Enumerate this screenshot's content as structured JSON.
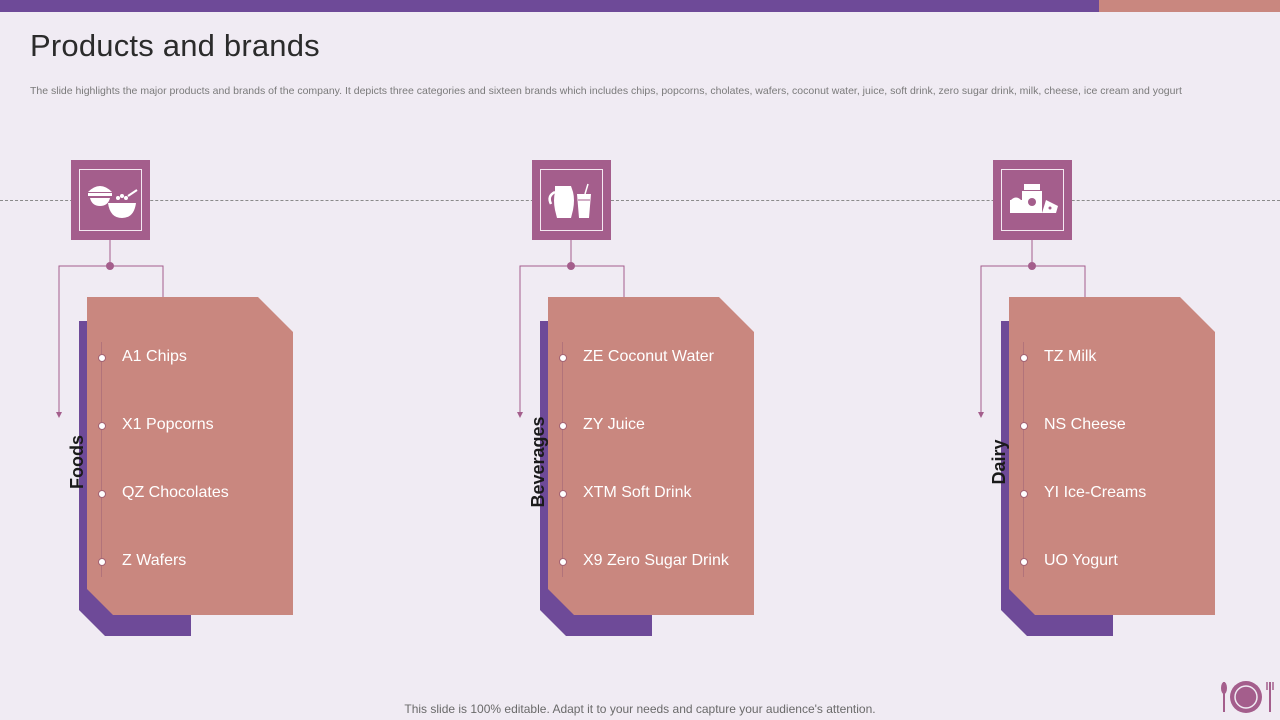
{
  "header": {
    "title": "Products and brands",
    "subtitle": "The slide highlights the major products and brands of the company. It depicts three categories and sixteen brands which includes chips, popcorns, cholates, wafers, coconut water, juice, soft drink, zero sugar drink, milk, cheese, ice cream and yogurt"
  },
  "categories": [
    {
      "label": "Foods",
      "icon": "food-bowl-icon",
      "items": [
        "A1 Chips",
        "X1 Popcorns",
        "QZ Chocolates",
        "Z Wafers"
      ]
    },
    {
      "label": "Beverages",
      "icon": "beverage-jug-icon",
      "items": [
        "ZE Coconut Water",
        "ZY Juice",
        "XTM Soft Drink",
        "X9 Zero Sugar Drink"
      ]
    },
    {
      "label": "Dairy",
      "icon": "dairy-products-icon",
      "items": [
        "TZ Milk",
        "NS Cheese",
        "YI Ice-Creams",
        "UO Yogurt"
      ]
    }
  ],
  "footer": {
    "text": "This slide is 100% editable. Adapt it to your needs and capture your audience's attention."
  },
  "colors": {
    "purple": "#6e4a98",
    "rose": "#c9877f",
    "icon_bg": "#a45e8c",
    "background": "#f0ebf3"
  }
}
